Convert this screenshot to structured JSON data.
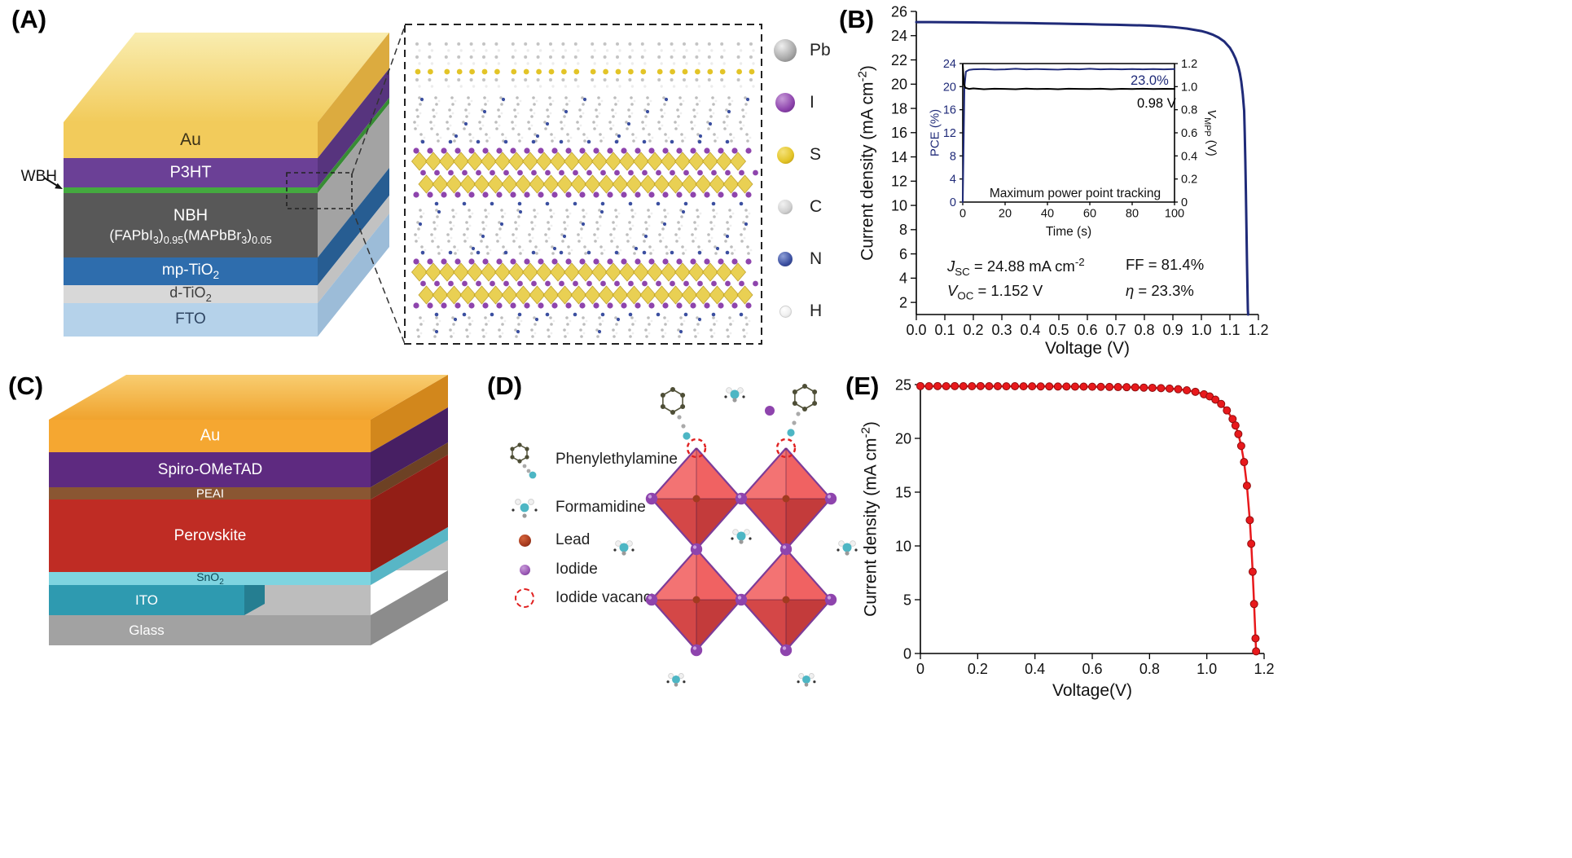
{
  "figure": {
    "background": "#ffffff"
  },
  "panels": {
    "a": {
      "label": "(A)",
      "wbh_label": "WBH",
      "layers": [
        {
          "label": "Au",
          "color": "#f2cb5b"
        },
        {
          "label": "P3HT",
          "color": "#6b4096"
        },
        {
          "label": "WBH",
          "color": "#44a93f"
        },
        {
          "label": "NBH",
          "formula": "(FAPbI_{3})_{0.95}(MAPbBr_{3})_{0.05}",
          "color": "#585858"
        },
        {
          "label": "mp-TiO_{2}",
          "color": "#2e6dad"
        },
        {
          "label": "d-TiO_{2}",
          "color": "#d8d8d8"
        },
        {
          "label": "FTO",
          "color": "#b5d2ea"
        }
      ],
      "atom_legend": [
        {
          "label": "Pb",
          "color": "#a8a8a8"
        },
        {
          "label": "I",
          "color": "#8e44ad"
        },
        {
          "label": "S",
          "color": "#e3c427"
        },
        {
          "label": "C",
          "color": "#cccccc"
        },
        {
          "label": "N",
          "color": "#3b4fa0"
        },
        {
          "label": "H",
          "color": "#f5f5f5"
        }
      ]
    },
    "b": {
      "label": "(B)"
    },
    "c": {
      "label": "(C)",
      "layers": [
        {
          "label": "Au",
          "color": "#f5a731"
        },
        {
          "label": "Spiro-OMeTAD",
          "color": "#5e2a80"
        },
        {
          "label": "PEAI",
          "color": "#8a5632"
        },
        {
          "label": "Perovskite",
          "color": "#bf2c24"
        },
        {
          "label": "SnO_{2}",
          "color": "#7ed4e0"
        },
        {
          "label": "ITO",
          "color": "#2e9ab0"
        },
        {
          "label": "Glass",
          "color": "#a2a2a2"
        }
      ]
    },
    "d": {
      "label": "(D)",
      "legend": [
        {
          "label": "Phenylethylamine"
        },
        {
          "label": "Formamidine"
        },
        {
          "label": "Lead",
          "color": "#a63a1e"
        },
        {
          "label": "Iodide",
          "color": "#9b59b6"
        },
        {
          "label": "Iodide vacancy",
          "color": "#e02020"
        }
      ]
    },
    "e": {
      "label": "(E)"
    }
  },
  "chart_data": [
    {
      "id": "jv-curve-b",
      "type": "line",
      "title": "",
      "xlabel": "Voltage (V)",
      "ylabel": "Current density (mA cm^{-2})",
      "xlim": [
        0,
        1.2
      ],
      "ylim": [
        1,
        26
      ],
      "xticks": [
        "0.0",
        "0.1",
        "0.2",
        "0.3",
        "0.4",
        "0.5",
        "0.6",
        "0.7",
        "0.8",
        "0.9",
        "1.0",
        "1.1",
        "1.2"
      ],
      "yticks": [
        "2",
        "4",
        "6",
        "8",
        "10",
        "12",
        "14",
        "16",
        "18",
        "20",
        "22",
        "24",
        "26"
      ],
      "grid": false,
      "legend_position": "none",
      "series": [
        {
          "name": "J-V curve",
          "color": "#1f2a78",
          "width": 3,
          "points": [
            [
              0,
              25.12
            ],
            [
              0.05,
              25.12
            ],
            [
              0.1,
              25.11
            ],
            [
              0.15,
              25.1
            ],
            [
              0.2,
              25.09
            ],
            [
              0.25,
              25.08
            ],
            [
              0.3,
              25.06
            ],
            [
              0.35,
              25.05
            ],
            [
              0.4,
              25.03
            ],
            [
              0.45,
              25.01
            ],
            [
              0.5,
              24.99
            ],
            [
              0.55,
              24.97
            ],
            [
              0.6,
              24.95
            ],
            [
              0.65,
              24.92
            ],
            [
              0.7,
              24.9
            ],
            [
              0.75,
              24.87
            ],
            [
              0.8,
              24.84
            ],
            [
              0.85,
              24.79
            ],
            [
              0.9,
              24.71
            ],
            [
              0.95,
              24.58
            ],
            [
              1.0,
              24.38
            ],
            [
              1.02,
              24.25
            ],
            [
              1.04,
              24.08
            ],
            [
              1.06,
              23.85
            ],
            [
              1.08,
              23.52
            ],
            [
              1.1,
              23.0
            ],
            [
              1.11,
              22.6
            ],
            [
              1.12,
              22.1
            ],
            [
              1.13,
              21.4
            ],
            [
              1.135,
              20.9
            ],
            [
              1.14,
              20.2
            ],
            [
              1.145,
              19.2
            ],
            [
              1.15,
              17.8
            ],
            [
              1.152,
              16.0
            ],
            [
              1.154,
              13.8
            ],
            [
              1.156,
              11.2
            ],
            [
              1.158,
              8.2
            ],
            [
              1.16,
              5.2
            ],
            [
              1.162,
              2.6
            ],
            [
              1.163,
              1.4
            ],
            [
              1.164,
              1.0
            ]
          ]
        }
      ],
      "annotations": [
        "*J*_{SC} = 24.88 mA cm^{-2}",
        "*V*_{OC} = 1.152 V",
        "FF = 81.4%",
        "*η* = 23.3%"
      ]
    },
    {
      "id": "mpp-tracking-inset",
      "type": "line",
      "xlabel": "Time (s)",
      "ylabel": "PCE (%)",
      "y2label": "*V*_{MPP} (V)",
      "xlim": [
        0,
        100
      ],
      "ylim": [
        0,
        24
      ],
      "y2lim": [
        0,
        1.2
      ],
      "xticks": [
        "0",
        "20",
        "40",
        "60",
        "80",
        "100"
      ],
      "yticks": [
        "0",
        "4",
        "8",
        "12",
        "16",
        "20",
        "24"
      ],
      "y2ticks": [
        "0",
        "0.2",
        "0.4",
        "0.6",
        "0.8",
        "1.0",
        "1.2"
      ],
      "note": "Maximum power point tracking",
      "labels": [
        {
          "text": "23.0%",
          "color": "#1f2a78"
        },
        {
          "text": "0.98 V",
          "color": "#000000"
        }
      ],
      "series": [
        {
          "name": "PCE",
          "color": "#1f2a78",
          "width": 2,
          "points": [
            [
              0,
              0
            ],
            [
              0.8,
              20
            ],
            [
              1.5,
              22.6
            ],
            [
              3,
              22.9
            ],
            [
              5,
              23.0
            ],
            [
              10,
              23.05
            ],
            [
              15,
              22.95
            ],
            [
              20,
              23.0
            ],
            [
              25,
              23.1
            ],
            [
              30,
              23.0
            ],
            [
              35,
              23.05
            ],
            [
              40,
              23.0
            ],
            [
              45,
              22.95
            ],
            [
              50,
              23.05
            ],
            [
              55,
              23.0
            ],
            [
              60,
              23.1
            ],
            [
              65,
              23.0
            ],
            [
              70,
              23.05
            ],
            [
              75,
              23.0
            ],
            [
              80,
              23.05
            ],
            [
              85,
              23.0
            ],
            [
              90,
              23.05
            ],
            [
              95,
              23.0
            ],
            [
              100,
              23.05
            ]
          ]
        },
        {
          "name": "VMPP",
          "color": "#000000",
          "width": 2,
          "axis": "right",
          "points": [
            [
              0,
              1.19
            ],
            [
              0.6,
              1.02
            ],
            [
              1.2,
              0.99
            ],
            [
              3,
              0.98
            ],
            [
              5,
              0.985
            ],
            [
              10,
              0.978
            ],
            [
              15,
              0.982
            ],
            [
              20,
              0.98
            ],
            [
              25,
              0.978
            ],
            [
              30,
              0.983
            ],
            [
              35,
              0.979
            ],
            [
              40,
              0.981
            ],
            [
              45,
              0.978
            ],
            [
              50,
              0.982
            ],
            [
              55,
              0.98
            ],
            [
              60,
              0.979
            ],
            [
              65,
              0.982
            ],
            [
              70,
              0.978
            ],
            [
              75,
              0.981
            ],
            [
              80,
              0.979
            ],
            [
              85,
              0.982
            ],
            [
              90,
              0.979
            ],
            [
              95,
              0.981
            ],
            [
              100,
              0.98
            ]
          ]
        }
      ]
    },
    {
      "id": "jv-curve-e",
      "type": "line",
      "xlabel": "Voltage(V)",
      "ylabel": "Current density (mA cm^{-2})",
      "xlim": [
        0,
        1.2
      ],
      "ylim": [
        0,
        25
      ],
      "xticks": [
        "0",
        "0.2",
        "0.4",
        "0.6",
        "0.8",
        "1.0",
        "1.2"
      ],
      "yticks": [
        "0",
        "5",
        "10",
        "15",
        "20",
        "25"
      ],
      "grid": false,
      "series": [
        {
          "name": "J-V curve",
          "color": "#e8191c",
          "width": 2.5,
          "markers": true,
          "marker_r": 4.5,
          "points": [
            [
              0,
              24.86
            ],
            [
              0.03,
              24.85
            ],
            [
              0.06,
              24.86
            ],
            [
              0.09,
              24.85
            ],
            [
              0.12,
              24.86
            ],
            [
              0.15,
              24.85
            ],
            [
              0.18,
              24.85
            ],
            [
              0.21,
              24.86
            ],
            [
              0.24,
              24.85
            ],
            [
              0.27,
              24.85
            ],
            [
              0.3,
              24.84
            ],
            [
              0.33,
              24.85
            ],
            [
              0.36,
              24.84
            ],
            [
              0.39,
              24.84
            ],
            [
              0.42,
              24.83
            ],
            [
              0.45,
              24.83
            ],
            [
              0.48,
              24.82
            ],
            [
              0.51,
              24.82
            ],
            [
              0.54,
              24.81
            ],
            [
              0.57,
              24.81
            ],
            [
              0.6,
              24.8
            ],
            [
              0.63,
              24.79
            ],
            [
              0.66,
              24.78
            ],
            [
              0.69,
              24.77
            ],
            [
              0.72,
              24.76
            ],
            [
              0.75,
              24.74
            ],
            [
              0.78,
              24.72
            ],
            [
              0.81,
              24.7
            ],
            [
              0.84,
              24.67
            ],
            [
              0.87,
              24.63
            ],
            [
              0.9,
              24.57
            ],
            [
              0.93,
              24.47
            ],
            [
              0.96,
              24.33
            ],
            [
              0.99,
              24.1
            ],
            [
              1.01,
              23.9
            ],
            [
              1.03,
              23.6
            ],
            [
              1.05,
              23.2
            ],
            [
              1.07,
              22.6
            ],
            [
              1.09,
              21.8
            ],
            [
              1.1,
              21.2
            ],
            [
              1.11,
              20.4
            ],
            [
              1.12,
              19.3
            ],
            [
              1.13,
              17.8
            ],
            [
              1.14,
              15.6
            ],
            [
              1.15,
              12.4
            ],
            [
              1.155,
              10.2
            ],
            [
              1.16,
              7.6
            ],
            [
              1.165,
              4.6
            ],
            [
              1.17,
              1.4
            ],
            [
              1.172,
              0.2
            ]
          ]
        }
      ]
    }
  ]
}
